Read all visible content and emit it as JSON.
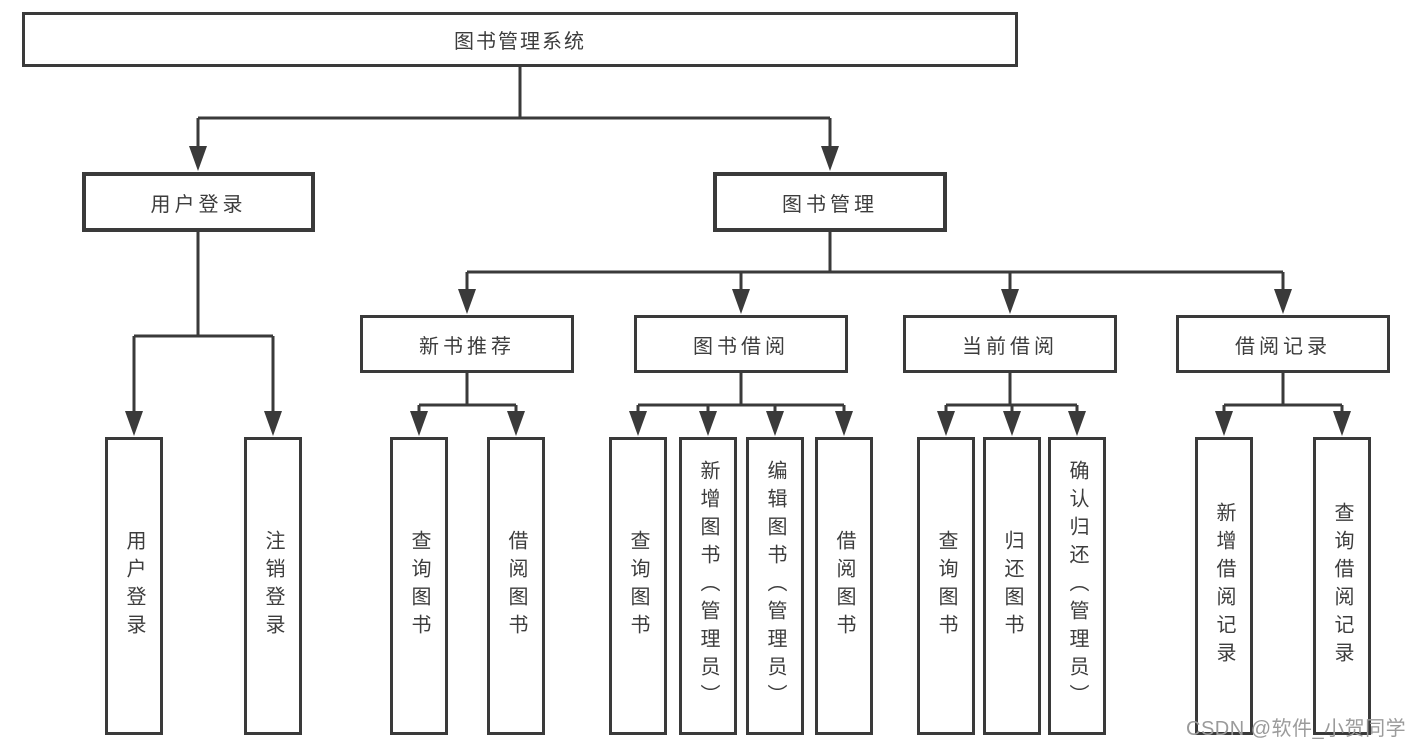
{
  "colors": {
    "line": "#3a3a3a",
    "border": "#3a3a3a",
    "text": "#3d3d3d",
    "watermark_text": "#9b9b9b",
    "background": "#ffffff"
  },
  "watermark": "CSDN @软件_小贺同学",
  "tree": {
    "root": {
      "label": "图书管理系统"
    },
    "branches": [
      {
        "label": "用户登录",
        "children": [
          {
            "label": "用户登录"
          },
          {
            "label": "注销登录"
          }
        ]
      },
      {
        "label": "图书管理",
        "children": [
          {
            "label": "新书推荐",
            "children": [
              {
                "label": "查询图书"
              },
              {
                "label": "借阅图书"
              }
            ]
          },
          {
            "label": "图书借阅",
            "children": [
              {
                "label": "查询图书"
              },
              {
                "label": "新增图书（管理员）"
              },
              {
                "label": "编辑图书（管理员）"
              },
              {
                "label": "借阅图书"
              }
            ]
          },
          {
            "label": "当前借阅",
            "children": [
              {
                "label": "查询图书"
              },
              {
                "label": "归还图书"
              },
              {
                "label": "确认归还（管理员）"
              }
            ]
          },
          {
            "label": "借阅记录",
            "children": [
              {
                "label": "新增借阅记录"
              },
              {
                "label": "查询借阅记录"
              }
            ]
          }
        ]
      }
    ]
  }
}
